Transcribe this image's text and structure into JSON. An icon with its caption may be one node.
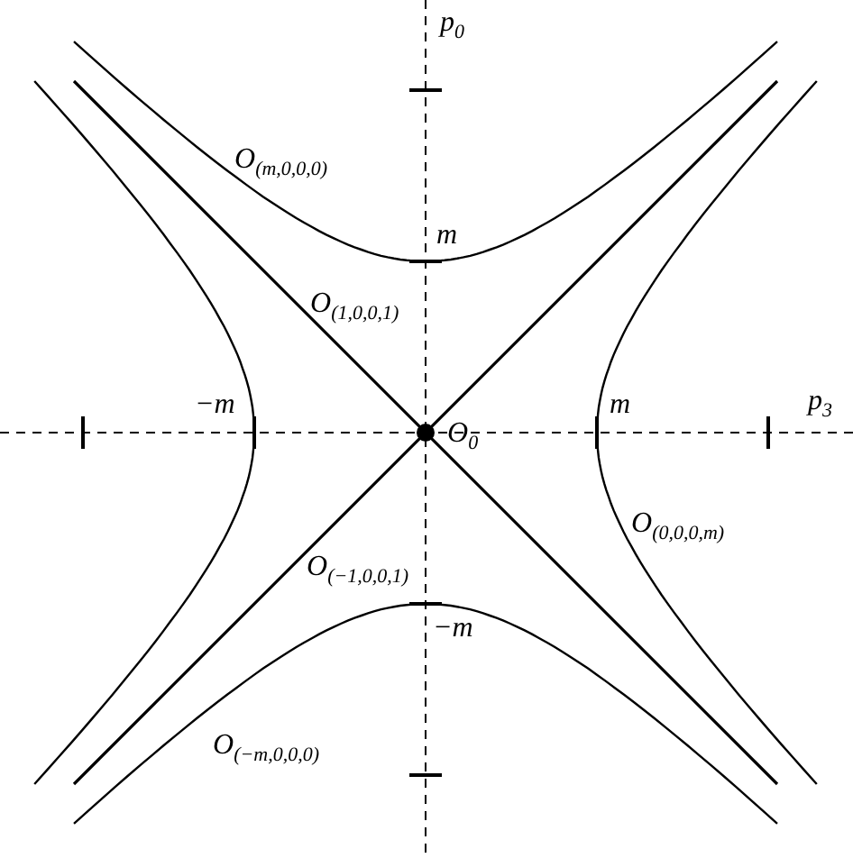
{
  "diagram": {
    "labels": [
      "p$_{0}$",
      "O$_{(m,0,0,0)}$",
      "m",
      "O$_{(1,0,0,1)}$",
      "−m",
      "O$_{0}$",
      "m",
      "p$_{3}$",
      "O$_{(0,0,0,m)}$",
      "O$_{(−1,0,0,1)}$",
      "−m",
      "O$_{(−m,0,0,0)}$"
    ]
  }
}
